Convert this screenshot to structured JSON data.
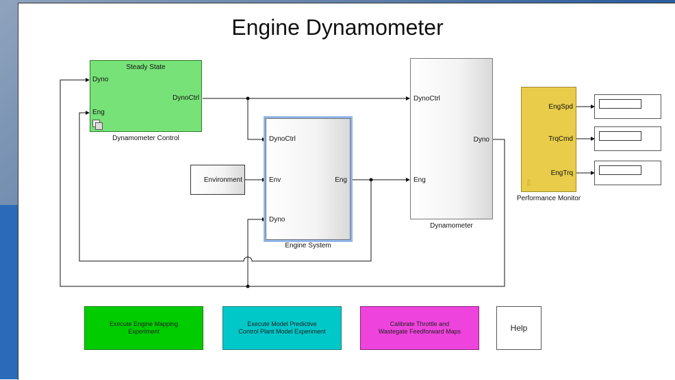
{
  "title": "Engine Dynamometer",
  "blocks": {
    "steady_state": {
      "label": "Steady State",
      "caption": "Dynamometer Control",
      "in_ports": [
        "Dyno",
        "Eng"
      ],
      "out_port": "DynoCtrl"
    },
    "engine_system": {
      "caption": "Engine System",
      "in_ports": [
        "DynoCtrl",
        "Env",
        "Dyno"
      ],
      "out_port": "Eng"
    },
    "environment": {
      "label": "Environment"
    },
    "dynamometer": {
      "caption": "Dynamometer",
      "in_ports": [
        "DynoCtrl",
        "Eng"
      ],
      "out_port": "Dyno"
    },
    "performance_monitor": {
      "caption": "Performance Monitor",
      "out_ports": [
        "EngSpd",
        "TrqCmd",
        "EngTrq"
      ]
    }
  },
  "buttons": {
    "engine_mapping": "Execute Engine Mapping\nExperiment",
    "mpc_plant": "Execute Model Predictive\nControl Plant Model Experiment",
    "calibrate": "Calibrate Throttle and\nWastegate Feedforward Maps",
    "help": "Help"
  },
  "colors": {
    "steady_state": "#77e277",
    "performance_monitor": "#e8cc4a",
    "engine_mapping_button": "#00cc00",
    "mpc_button": "#00c8c8",
    "calibrate_button": "#ee44dd",
    "engine_system_highlight": "#8fb4e6"
  }
}
